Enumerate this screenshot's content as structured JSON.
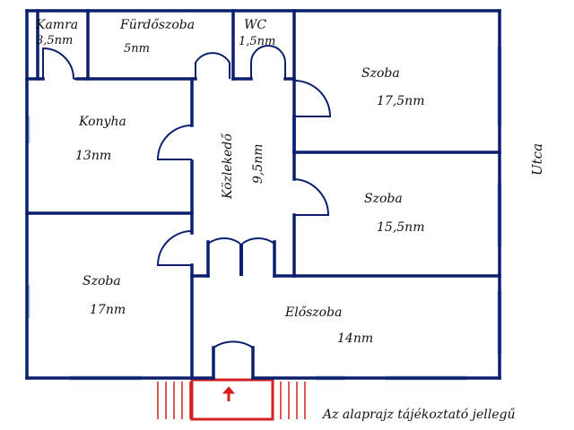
{
  "rooms": {
    "kamra": {
      "name": "Kamra",
      "area": "3,5nm"
    },
    "furdoszoba": {
      "name": "Fürdőszoba",
      "area": "5nm"
    },
    "wc": {
      "name": "WC",
      "area": "1,5nm"
    },
    "szoba_top_right": {
      "name": "Szoba",
      "area": "17,5nm"
    },
    "konyha": {
      "name": "Konyha",
      "area": "13nm"
    },
    "kozlekedo": {
      "name": "Közlekedő",
      "area": "9,5nm"
    },
    "szoba_mid_right": {
      "name": "Szoba",
      "area": "15,5nm"
    },
    "szoba_bottom_left": {
      "name": "Szoba",
      "area": "17nm"
    },
    "eloszoba": {
      "name": "Előszoba",
      "area": "14nm"
    }
  },
  "street_label": "Utca",
  "note": "Az alaprajz tájékoztató jellegű",
  "colors": {
    "wall": "#0b1f6e",
    "window": "#a9c4e3",
    "stairs": "#d42020",
    "text": "#111111"
  }
}
